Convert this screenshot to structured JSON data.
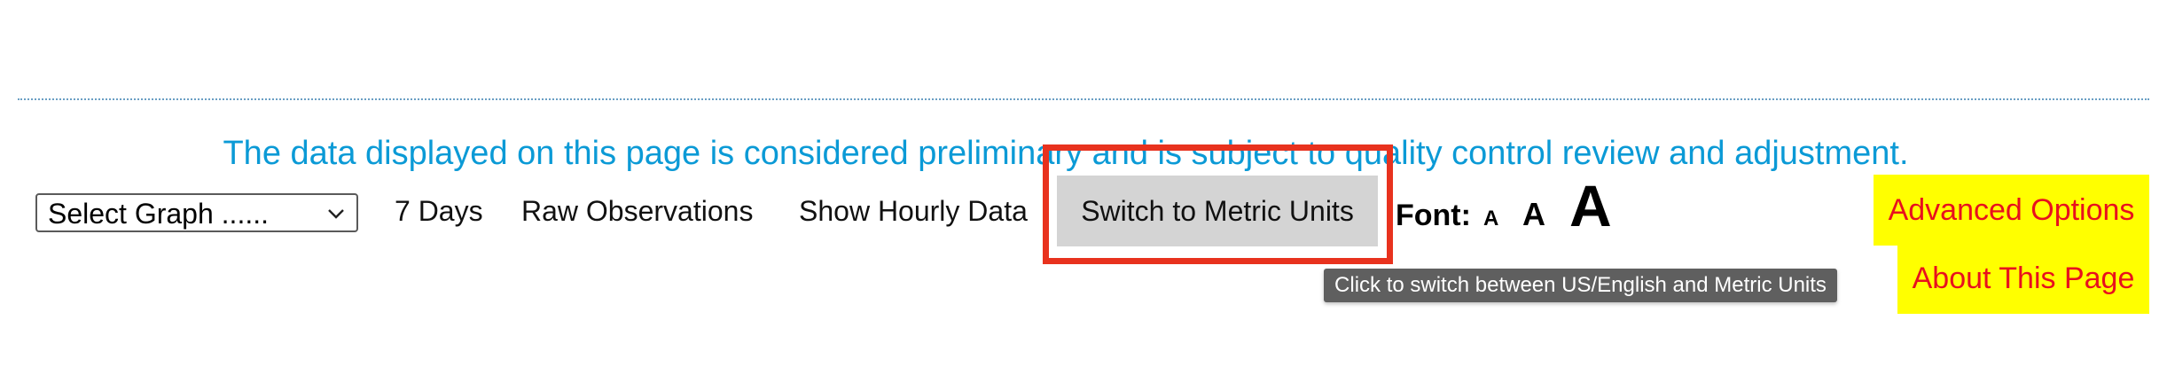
{
  "notice": "The data displayed on this page is considered preliminary and is subject to quality control review and adjustment.",
  "toolbar": {
    "select_graph": "Select Graph ......",
    "seven_days": "7 Days",
    "raw_observations": "Raw Observations",
    "show_hourly": "Show Hourly Data",
    "switch_metric": "Switch to Metric Units",
    "font_label": "Font:",
    "font_small": "A",
    "font_medium": "A",
    "font_large": "A"
  },
  "sidebar_buttons": {
    "advanced_options": "Advanced Options",
    "about_page": "About This Page"
  },
  "tooltip": "Click to switch between US/English and Metric Units",
  "colors": {
    "notice": "#0b9ad6",
    "highlight": "#e8321e",
    "yellow_button_bg": "#ffff00",
    "yellow_button_text": "#e8101e",
    "metric_button_bg": "#d4d4d4"
  },
  "icons": {
    "select_chevron": "chevron-down-icon"
  }
}
